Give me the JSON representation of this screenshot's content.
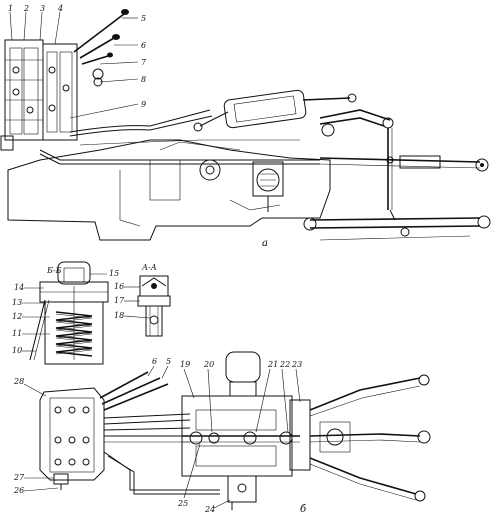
{
  "figure": {
    "view_a_label": "а",
    "view_b_label": "б",
    "section_bb": "Б-Б",
    "section_aa": "А-А",
    "callouts_top": [
      "1",
      "2",
      "3",
      "4",
      "5",
      "6",
      "7",
      "8",
      "9"
    ],
    "callouts_left": [
      "14",
      "13",
      "12",
      "11",
      "10"
    ],
    "callouts_section": [
      "15",
      "16",
      "17",
      "18"
    ],
    "callouts_bottom": [
      "6",
      "5",
      "19",
      "20",
      "21",
      "22",
      "23",
      "28",
      "27",
      "26",
      "25",
      "24"
    ]
  }
}
